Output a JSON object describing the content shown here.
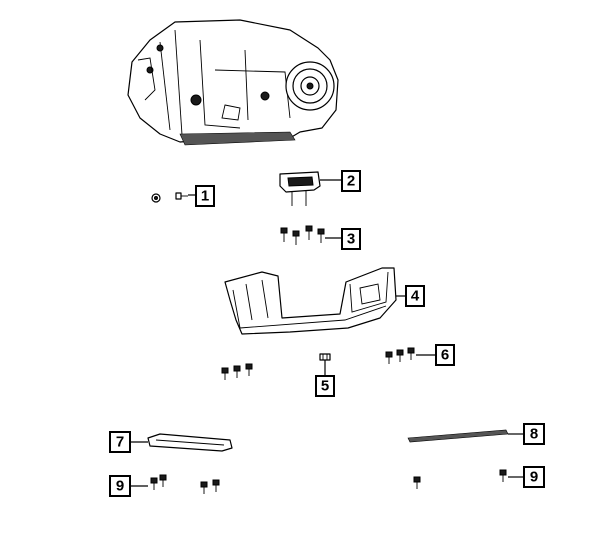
{
  "callouts": [
    {
      "id": "c1",
      "label": "1"
    },
    {
      "id": "c2",
      "label": "2"
    },
    {
      "id": "c3",
      "label": "3"
    },
    {
      "id": "c4",
      "label": "4"
    },
    {
      "id": "c5",
      "label": "5"
    },
    {
      "id": "c6",
      "label": "6"
    },
    {
      "id": "c7",
      "label": "7"
    },
    {
      "id": "c8",
      "label": "8"
    },
    {
      "id": "c9a",
      "label": "9"
    },
    {
      "id": "c9b",
      "label": "9"
    }
  ],
  "colors": {
    "line": "#000000",
    "background": "#ffffff"
  }
}
